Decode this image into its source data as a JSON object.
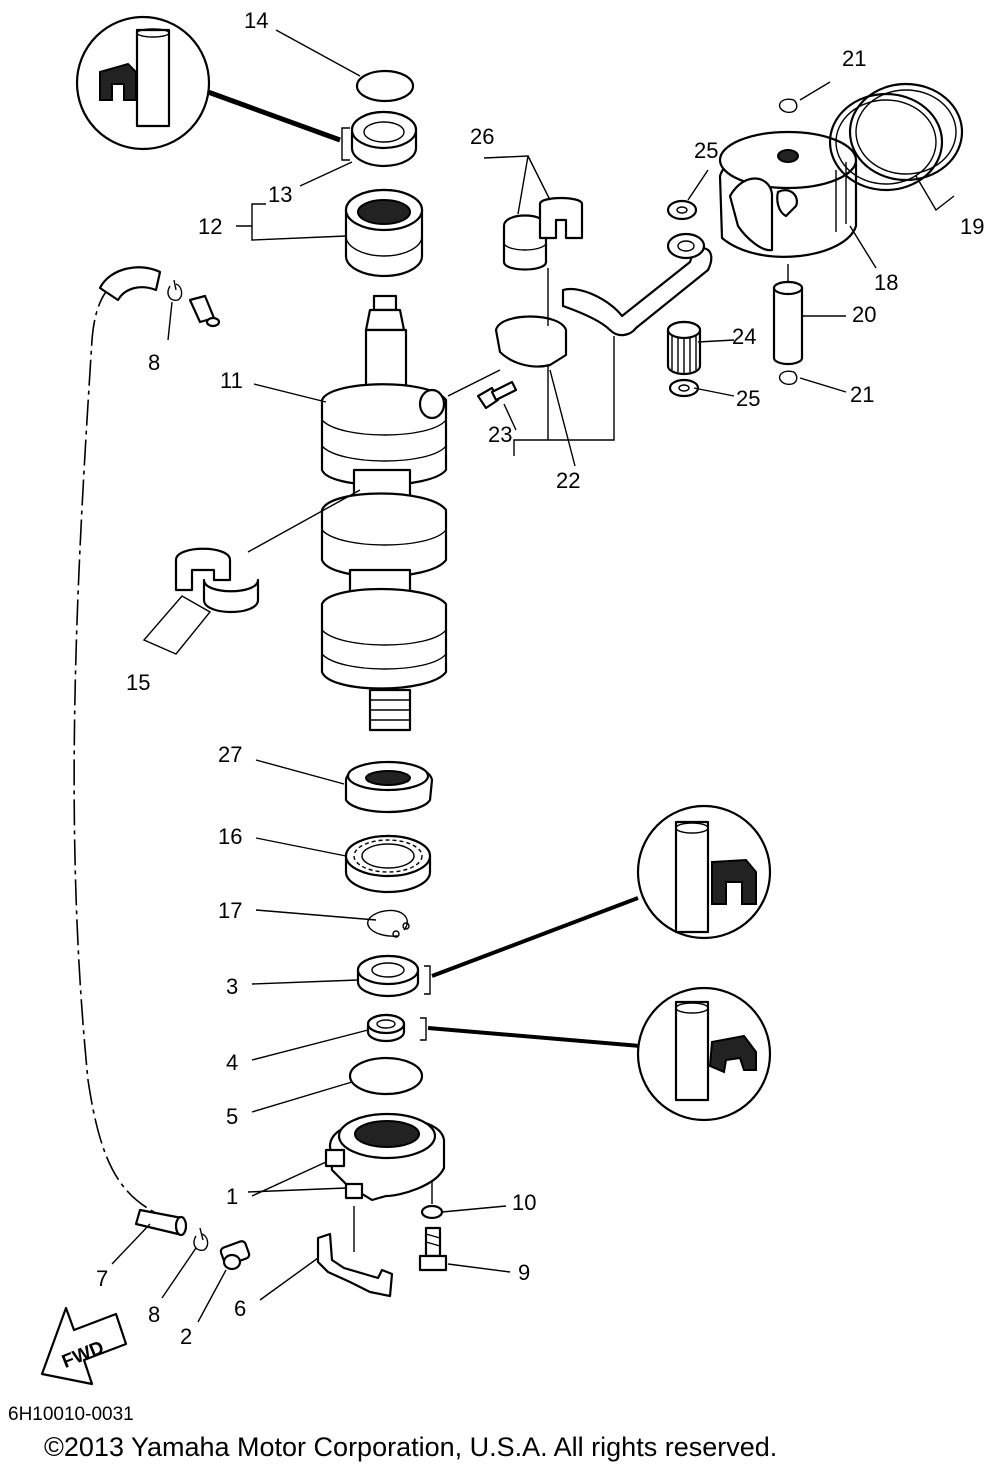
{
  "diagram_code": "6H10010-0031",
  "copyright": "©2013 Yamaha Motor Corporation, U.S.A. All rights reserved.",
  "fwd_label": "FWD",
  "callouts": {
    "c1": "1",
    "c2": "2",
    "c3": "3",
    "c4": "4",
    "c5": "5",
    "c6": "6",
    "c7": "7",
    "c8a": "8",
    "c8b": "8",
    "c9": "9",
    "c10": "10",
    "c11": "11",
    "c12": "12",
    "c13": "13",
    "c14": "14",
    "c15": "15",
    "c16": "16",
    "c17": "17",
    "c18": "18",
    "c19": "19",
    "c20": "20",
    "c21a": "21",
    "c21b": "21",
    "c22": "22",
    "c23": "23",
    "c24": "24",
    "c25a": "25",
    "c25b": "25",
    "c26": "26",
    "c27": "27"
  }
}
